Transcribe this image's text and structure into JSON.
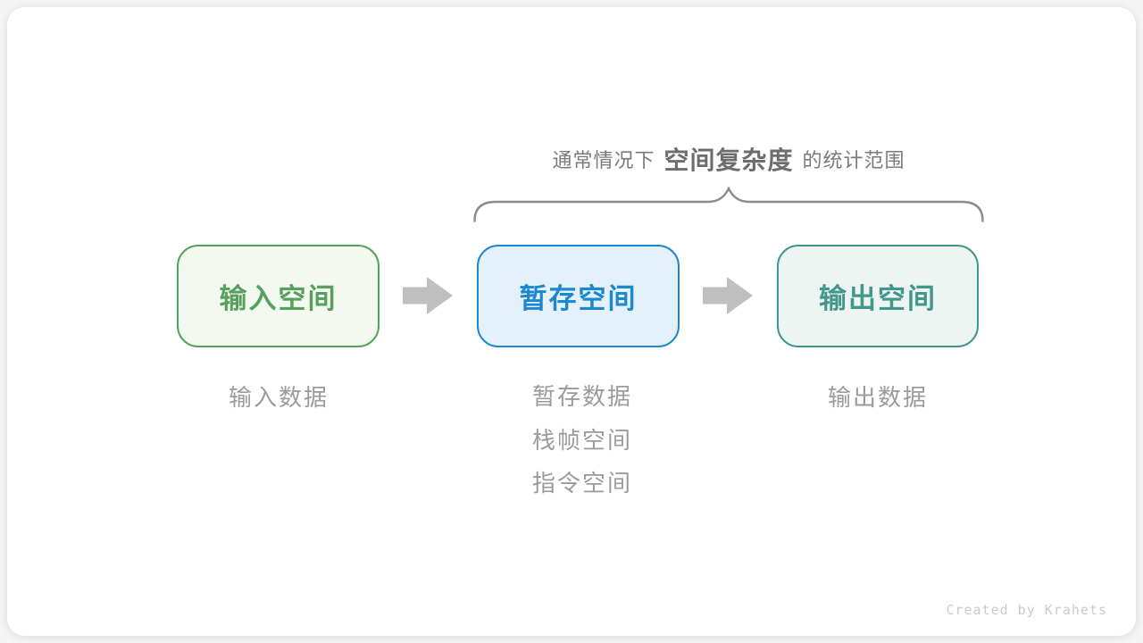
{
  "annotation": {
    "title_prefix": "通常情况下",
    "title_bold": "空间复杂度",
    "title_suffix": "的统计范围"
  },
  "boxes": [
    {
      "label": "输入空间",
      "border_color": "#57a15c",
      "fill_color": "#f3f9f1",
      "text_color": "#57a15c",
      "sub_labels": [
        "输入数据"
      ]
    },
    {
      "label": "暂存空间",
      "border_color": "#1d88cf",
      "fill_color": "#e4f1fb",
      "text_color": "#1d88cf",
      "sub_labels": [
        "暂存数据",
        "栈帧空间",
        "指令空间"
      ]
    },
    {
      "label": "输出空间",
      "border_color": "#43968b",
      "fill_color": "#edf5f3",
      "text_color": "#43968b",
      "sub_labels": [
        "输出数据"
      ]
    }
  ],
  "colors": {
    "arrow": "#bfbfbf",
    "brace": "#8d8d8d",
    "title_text": "#7a7a7a",
    "sub_label_text": "#9b9b9b",
    "card_background": "#ffffff",
    "page_background": "#f4f4f5",
    "credit_text": "#cbcbcb"
  },
  "credit": "Created by Krahets"
}
